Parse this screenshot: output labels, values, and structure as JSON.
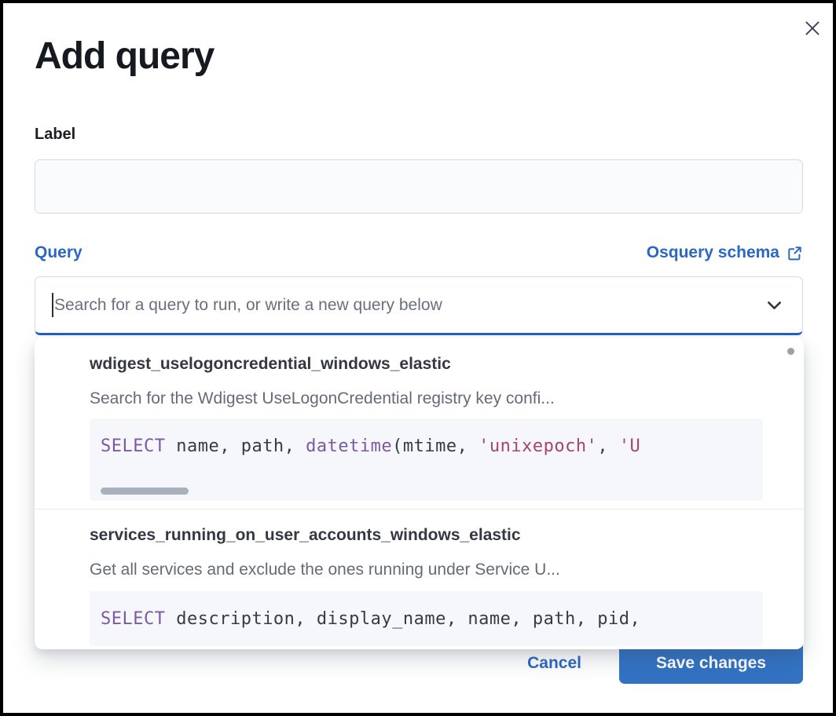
{
  "modal": {
    "title": "Add query"
  },
  "form": {
    "label_field": {
      "label": "Label",
      "value": ""
    },
    "query_field": {
      "label": "Query",
      "schema_link_label": "Osquery schema",
      "placeholder": "Search for a query to run, or write a new query below"
    }
  },
  "dropdown": {
    "items": [
      {
        "title": "wdigest_uselogoncredential_windows_elastic",
        "description": "Search for the Wdigest UseLogonCredential registry key confi...",
        "code": [
          {
            "text": "SELECT",
            "type": "keyword"
          },
          {
            "text": " name, path, ",
            "type": "plain"
          },
          {
            "text": "datetime",
            "type": "keyword"
          },
          {
            "text": "(mtime, ",
            "type": "plain"
          },
          {
            "text": "'unixepoch'",
            "type": "string"
          },
          {
            "text": ", ",
            "type": "plain"
          },
          {
            "text": "'U",
            "type": "string"
          }
        ]
      },
      {
        "title": "services_running_on_user_accounts_windows_elastic",
        "description": "Get all services and exclude the ones running under Service U...",
        "code": [
          {
            "text": "SELECT",
            "type": "keyword"
          },
          {
            "text": " description, display_name, name, path, pid,",
            "type": "plain"
          }
        ]
      }
    ]
  },
  "footer": {
    "cancel_label": "Cancel",
    "save_label": "Save changes"
  },
  "colors": {
    "primary_blue": "#2a68c4",
    "focus_blue": "#2160c7",
    "button_blue": "#3273c4",
    "text_dark": "#16191f",
    "text_slate": "#343741",
    "text_gray": "#646b77",
    "border_gray": "#d3dae6",
    "code_bg": "#f5f7fa",
    "keyword_purple": "#7b59a3",
    "string_rose": "#a5476a",
    "thumb_gray": "#a9b1bd",
    "divider": "#e8ecf2"
  }
}
